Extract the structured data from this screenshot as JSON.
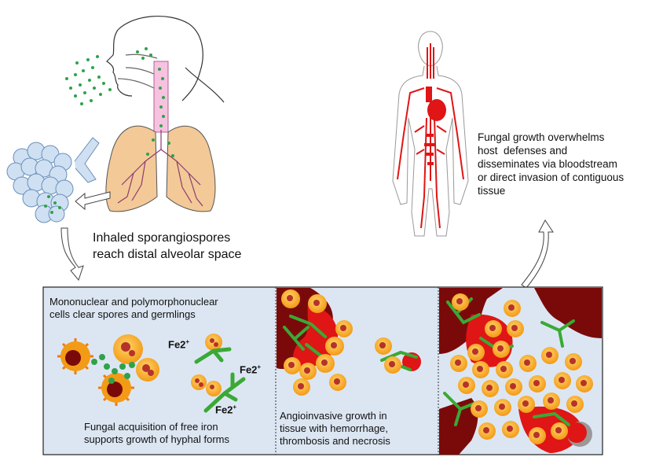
{
  "labels": {
    "inhaled": [
      "Inhaled sporangiospores",
      "reach distal alveolar space"
    ],
    "fungal_growth": [
      "Fungal growth overwhelms",
      "host  defenses and",
      "disseminates via bloodstream",
      "or direct invasion of contiguous",
      "tissue"
    ],
    "clearance": [
      "Mononuclear and polymorphonuclear",
      "cells clear spores and germlings"
    ],
    "iron": [
      "Fungal acquisition of free iron",
      "supports growth of hyphal forms"
    ],
    "angio": [
      "Angioinvasive growth in",
      "tissue with hemorrhage,",
      "thrombosis and necrosis"
    ],
    "fe_label": "Fe2",
    "fe_charge": "+"
  },
  "colors": {
    "panel_bg": "#dce6f2",
    "spore": "#2fa24a",
    "hypha": "#3aa935",
    "cell": "#f5a623",
    "nucleus": "#b5332a",
    "blood": "#e01515",
    "necrosis": "#7a0a0a",
    "lung": "#f3c998",
    "alveoli": "#cfe0f3"
  }
}
